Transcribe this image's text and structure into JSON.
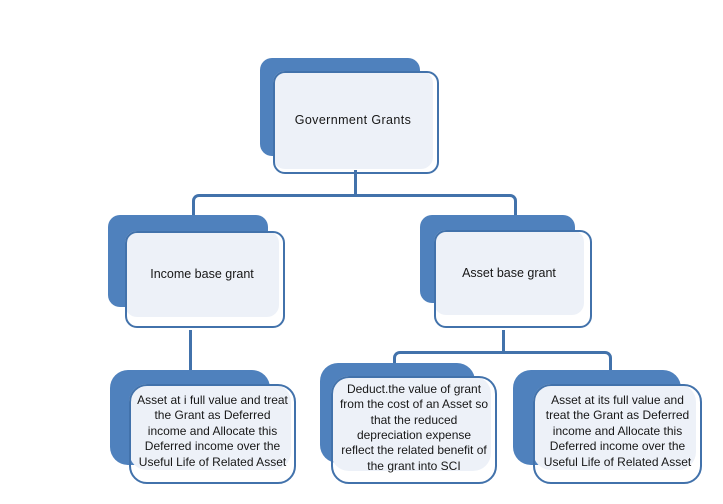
{
  "diagram": {
    "title": "Government Grants",
    "type": "hierarchy-tree",
    "colors": {
      "shadow_blue": "#4f81bd",
      "node_fill": "#edf1f8",
      "node_border": "#4272ab",
      "connector": "#4272ab",
      "text": "#171717",
      "background": "#ffffff"
    },
    "nodes": {
      "root": {
        "label": "Government  Grants",
        "level": 0
      },
      "income_base": {
        "label": "Income base grant",
        "level": 1
      },
      "asset_base": {
        "label": "Asset base grant",
        "level": 1
      },
      "income_leaf": {
        "label": "Asset at i full value and treat the Grant as Deferred income and Allocate this Deferred income over the Useful Life of Related Asset",
        "level": 2
      },
      "asset_leaf_deduct": {
        "label": "Deduct.the  value of grant from the  cost of an Asset so that the  reduced depreciation expense reflect the related benefit of the grant into SCI",
        "level": 2
      },
      "asset_leaf_full": {
        "label": "Asset at its full value and treat the Grant as Deferred income and Allocate this Deferred income over the Useful Life of Related Asset",
        "level": 2
      }
    }
  }
}
